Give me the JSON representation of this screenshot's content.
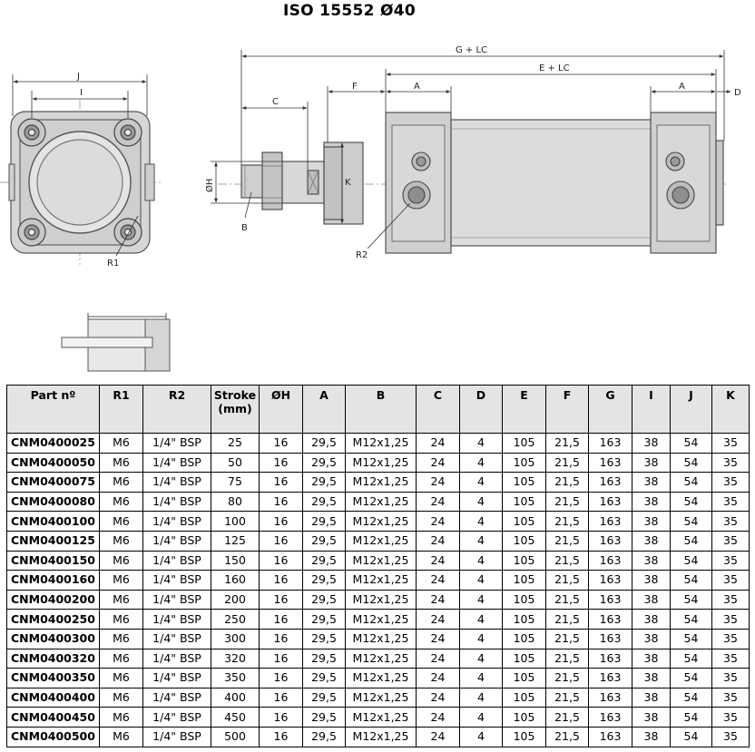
{
  "title": "ISO 15552 Ø40",
  "dimension_labels": {
    "j": "J",
    "i": "I",
    "r1": "R1",
    "g_lc": "G + LC",
    "e_lc": "E + LC",
    "c": "C",
    "f": "F",
    "a_left": "A",
    "a_right": "A",
    "d": "D",
    "oh": "ØH",
    "k": "K",
    "b": "B",
    "r2": "R2"
  },
  "table": {
    "headers": [
      "Part nº",
      "R1",
      "R2",
      "Stroke (mm)",
      "ØH",
      "A",
      "B",
      "C",
      "D",
      "E",
      "F",
      "G",
      "I",
      "J",
      "K"
    ],
    "rows": [
      [
        "CNM0400025",
        "M6",
        "1/4\" BSP",
        "25",
        "16",
        "29,5",
        "M12x1,25",
        "24",
        "4",
        "105",
        "21,5",
        "163",
        "38",
        "54",
        "35"
      ],
      [
        "CNM0400050",
        "M6",
        "1/4\" BSP",
        "50",
        "16",
        "29,5",
        "M12x1,25",
        "24",
        "4",
        "105",
        "21,5",
        "163",
        "38",
        "54",
        "35"
      ],
      [
        "CNM0400075",
        "M6",
        "1/4\" BSP",
        "75",
        "16",
        "29,5",
        "M12x1,25",
        "24",
        "4",
        "105",
        "21,5",
        "163",
        "38",
        "54",
        "35"
      ],
      [
        "CNM0400080",
        "M6",
        "1/4\" BSP",
        "80",
        "16",
        "29,5",
        "M12x1,25",
        "24",
        "4",
        "105",
        "21,5",
        "163",
        "38",
        "54",
        "35"
      ],
      [
        "CNM0400100",
        "M6",
        "1/4\" BSP",
        "100",
        "16",
        "29,5",
        "M12x1,25",
        "24",
        "4",
        "105",
        "21,5",
        "163",
        "38",
        "54",
        "35"
      ],
      [
        "CNM0400125",
        "M6",
        "1/4\" BSP",
        "125",
        "16",
        "29,5",
        "M12x1,25",
        "24",
        "4",
        "105",
        "21,5",
        "163",
        "38",
        "54",
        "35"
      ],
      [
        "CNM0400150",
        "M6",
        "1/4\" BSP",
        "150",
        "16",
        "29,5",
        "M12x1,25",
        "24",
        "4",
        "105",
        "21,5",
        "163",
        "38",
        "54",
        "35"
      ],
      [
        "CNM0400160",
        "M6",
        "1/4\" BSP",
        "160",
        "16",
        "29,5",
        "M12x1,25",
        "24",
        "4",
        "105",
        "21,5",
        "163",
        "38",
        "54",
        "35"
      ],
      [
        "CNM0400200",
        "M6",
        "1/4\" BSP",
        "200",
        "16",
        "29,5",
        "M12x1,25",
        "24",
        "4",
        "105",
        "21,5",
        "163",
        "38",
        "54",
        "35"
      ],
      [
        "CNM0400250",
        "M6",
        "1/4\" BSP",
        "250",
        "16",
        "29,5",
        "M12x1,25",
        "24",
        "4",
        "105",
        "21,5",
        "163",
        "38",
        "54",
        "35"
      ],
      [
        "CNM0400300",
        "M6",
        "1/4\" BSP",
        "300",
        "16",
        "29,5",
        "M12x1,25",
        "24",
        "4",
        "105",
        "21,5",
        "163",
        "38",
        "54",
        "35"
      ],
      [
        "CNM0400320",
        "M6",
        "1/4\" BSP",
        "320",
        "16",
        "29,5",
        "M12x1,25",
        "24",
        "4",
        "105",
        "21,5",
        "163",
        "38",
        "54",
        "35"
      ],
      [
        "CNM0400350",
        "M6",
        "1/4\" BSP",
        "350",
        "16",
        "29,5",
        "M12x1,25",
        "24",
        "4",
        "105",
        "21,5",
        "163",
        "38",
        "54",
        "35"
      ],
      [
        "CNM0400400",
        "M6",
        "1/4\" BSP",
        "400",
        "16",
        "29,5",
        "M12x1,25",
        "24",
        "4",
        "105",
        "21,5",
        "163",
        "38",
        "54",
        "35"
      ],
      [
        "CNM0400450",
        "M6",
        "1/4\" BSP",
        "450",
        "16",
        "29,5",
        "M12x1,25",
        "24",
        "4",
        "105",
        "21,5",
        "163",
        "38",
        "54",
        "35"
      ],
      [
        "CNM0400500",
        "M6",
        "1/4\" BSP",
        "500",
        "16",
        "29,5",
        "M12x1,25",
        "24",
        "4",
        "105",
        "21,5",
        "163",
        "38",
        "54",
        "35"
      ]
    ]
  }
}
